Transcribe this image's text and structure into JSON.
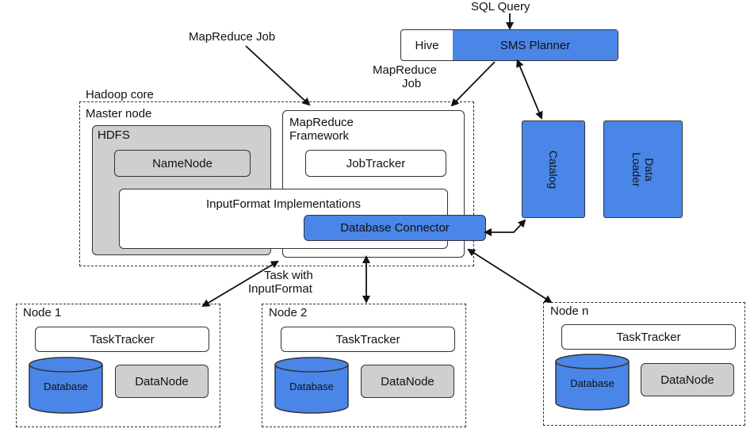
{
  "labels": {
    "sql_query": "SQL Query",
    "mapreduce_job_top": "MapReduce Job",
    "mapreduce_job_right_1": "MapReduce",
    "mapreduce_job_right_2": "Job",
    "hadoop_core": "Hadoop core",
    "master_node": "Master node",
    "hdfs": "HDFS",
    "task_with_1": "Task with",
    "task_with_2": "InputFormat"
  },
  "planner": {
    "hive": "Hive",
    "sms_planner": "SMS Planner"
  },
  "master": {
    "namenode": "NameNode",
    "mapreduce_framework_1": "MapReduce",
    "mapreduce_framework_2": "Framework",
    "jobtracker": "JobTracker",
    "inputformat": "InputFormat Implementations",
    "db_connector": "Database Connector"
  },
  "side": {
    "catalog": "Catalog",
    "data_loader_1": "Data",
    "data_loader_2": "Loader"
  },
  "nodes": [
    {
      "title": "Node 1",
      "tasktracker": "TaskTracker",
      "database": "Database",
      "datanode": "DataNode"
    },
    {
      "title": "Node 2",
      "tasktracker": "TaskTracker",
      "database": "Database",
      "datanode": "DataNode"
    },
    {
      "title": "Node n",
      "tasktracker": "TaskTracker",
      "database": "Database",
      "datanode": "DataNode"
    }
  ],
  "colors": {
    "blue": "#4a86e8",
    "gray": "#cfcfcf",
    "stroke": "#333333"
  }
}
